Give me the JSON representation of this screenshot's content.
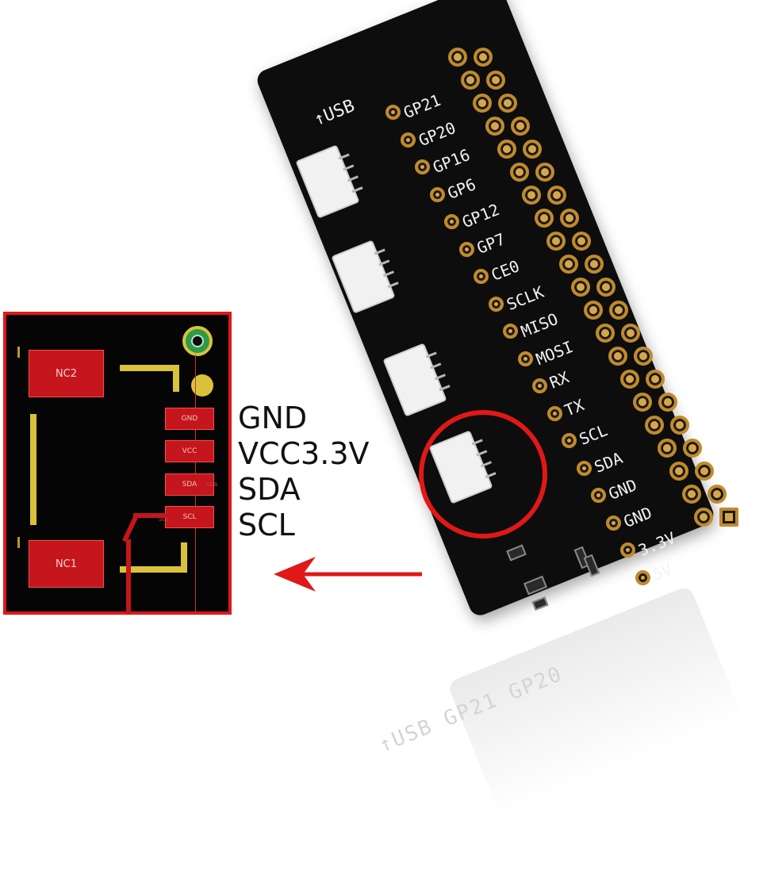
{
  "inset": {
    "pads": {
      "nc2": "NC2",
      "nc1": "NC1",
      "gnd": "GND",
      "vcc": "VCC",
      "sda": "SDA",
      "sda_net": "SDA",
      "scl": "SCL",
      "scl_net": "SCL"
    }
  },
  "pin_labels": [
    "GND",
    "VCC3.3V",
    "SDA",
    "SCL"
  ],
  "board": {
    "usb_label": "↑USB",
    "gpio_labels": [
      "GP21",
      "GP20",
      "GP16",
      "GP6",
      "GP12",
      "GP7",
      "CE0",
      "SCLK",
      "MISO",
      "MOSI",
      "RX",
      "TX",
      "SCL",
      "SDA",
      "GND",
      "GND",
      "3.3V",
      "5V"
    ],
    "reflection_text": "↑USB GP21 GP20"
  },
  "colors": {
    "callout": "#e01818",
    "pad": "#c4161c",
    "silkscreen": "#d9c23a",
    "board": "#0d0d0d"
  }
}
